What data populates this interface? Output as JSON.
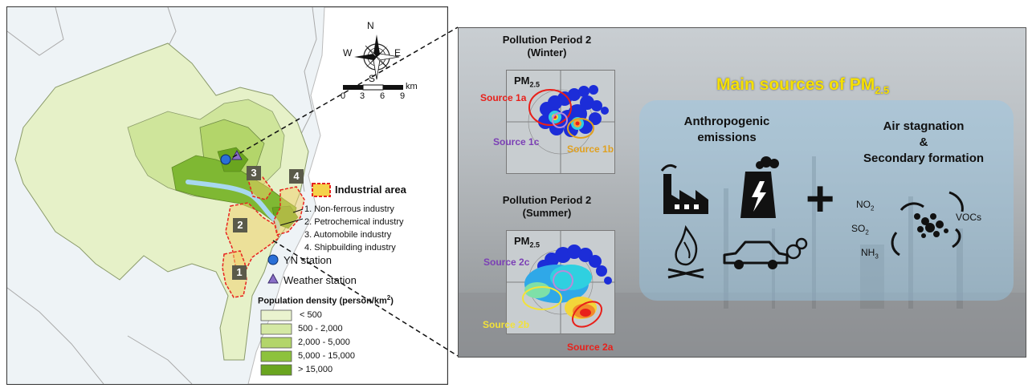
{
  "map": {
    "compass": {
      "n": "N",
      "s": "S",
      "e": "E",
      "w": "W"
    },
    "scale": {
      "unit": "km",
      "ticks": [
        "0",
        "3",
        "6",
        "9"
      ]
    },
    "area_labels": [
      "1",
      "2",
      "3",
      "4"
    ],
    "industrial_legend_title": "Industrial area",
    "industries": [
      "1. Non-ferrous industry",
      "2. Petrochemical industry",
      "3. Automobile industry",
      "4. Shipbuilding industry"
    ],
    "station_labels": {
      "yn": "YN station",
      "weather": "Weather station"
    },
    "population_title": "Population density (person/km",
    "population_title_sup": "2",
    "population_title_end": ")",
    "population_classes": [
      {
        "label": "< 500",
        "color": "#eaf3cf"
      },
      {
        "label": "500 - 2,000",
        "color": "#d4e8a4"
      },
      {
        "label": "2,000 - 5,000",
        "color": "#b3d56a"
      },
      {
        "label": "5,000 - 15,000",
        "color": "#8dc23c"
      },
      {
        "label": "> 15,000",
        "color": "#6aa51f"
      }
    ],
    "colors": {
      "industrial_outline": "#e8231f",
      "industrial_fill": "#f5d24a",
      "river": "#a8d8ef",
      "station": "#2a6fd6",
      "weather": "#8a6fc7"
    }
  },
  "winter_plot": {
    "title_line1": "Pollution Period 2",
    "title_line2": "(Winter)",
    "pm_label": "PM",
    "pm_sub": "2.5",
    "sources": [
      "Source 1a",
      "Source 1b",
      "Source 1c"
    ]
  },
  "summer_plot": {
    "title_line1": "Pollution Period 2",
    "title_line2": "(Summer)",
    "pm_label": "PM",
    "pm_sub": "2.5",
    "sources": [
      "Source 2a",
      "Source 2b",
      "Source 2c"
    ]
  },
  "main": {
    "title": "Main sources of PM",
    "title_sub": "2.5",
    "anthropogenic_line1": "Anthropogenic",
    "anthropogenic_line2": "emissions",
    "air_line1": "Air stagnation",
    "air_line2": "&",
    "air_line3": "Secondary formation",
    "plus": "+",
    "chem": {
      "no2": "NO",
      "no2_sub": "2",
      "so2": "SO",
      "so2_sub": "2",
      "nh3": "NH",
      "nh3_sub": "3",
      "vocs": "VOCs"
    }
  },
  "source_colors": {
    "red": "#e8201a",
    "orange": "#e0a020",
    "purple": "#7b3fb5",
    "yellow": "#f2e23a"
  }
}
